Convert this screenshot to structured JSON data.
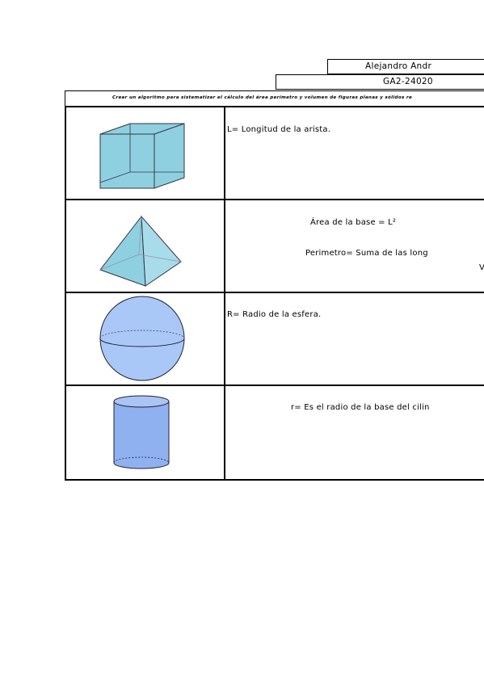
{
  "header": {
    "author": "Alejandro Andr",
    "code": "GA2-24020",
    "task": "Crear un algoritmo para sistematizar el cálculo del área perimetro y volumen de figuras planas y sólidos re"
  },
  "rows": [
    {
      "shape_icon": "cube-icon",
      "lines": [
        "L= Longitud de la arista."
      ]
    },
    {
      "shape_icon": "pyramid-icon",
      "lines": [
        "Área de la base = L²",
        "Perimetro=   Suma de las long",
        "V"
      ]
    },
    {
      "shape_icon": "sphere-icon",
      "lines": [
        "R= Radio de la esfera."
      ]
    },
    {
      "shape_icon": "cylinder-icon",
      "lines": [
        "r= Es el radio de la base del cilin"
      ]
    }
  ],
  "colors": {
    "solid_fill": "#8fd0e0",
    "sphere_fill": "#a9c8f7",
    "cylinder_fill": "#8fb1f0",
    "border": "#000000"
  }
}
